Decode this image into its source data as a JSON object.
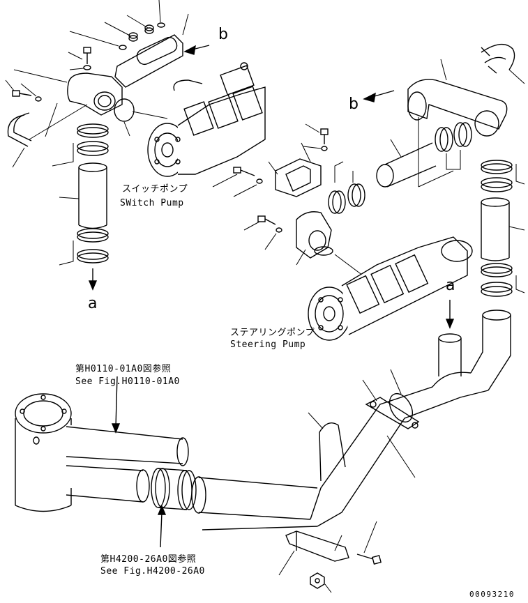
{
  "labels": {
    "switch_pump_jp": "スイッチポンプ",
    "switch_pump_en": "SWitch Pump",
    "steering_pump_jp": "ステアリングポンプ",
    "steering_pump_en": "Steering Pump",
    "ref_top_jp": "第H0110-01A0図参照",
    "ref_top_en": "See Fig.H0110-01A0",
    "ref_bottom_jp": "第H4200-26A0図参照",
    "ref_bottom_en": "See Fig.H4200-26A0",
    "marker_a_left": "a",
    "marker_a_right": "a",
    "marker_b_top": "b",
    "marker_b_mid": "b",
    "drawing_number": "00093210"
  }
}
